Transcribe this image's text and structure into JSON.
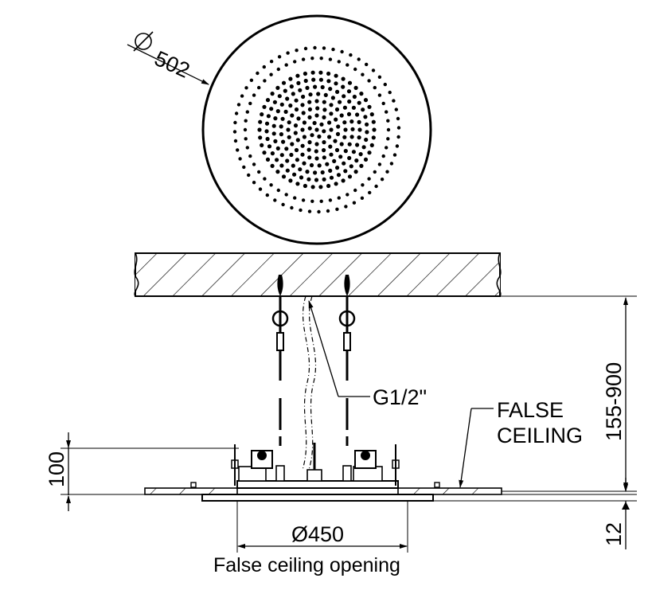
{
  "labels": {
    "head_diameter": "502",
    "connection": "G1/2\"",
    "false_ceiling_line1": "FALSE",
    "false_ceiling_line2": "CEILING",
    "drop_range": "155-900",
    "body_height": "100",
    "plate_thickness": "12",
    "opening_diameter": "Ø450",
    "caption": "False ceiling opening"
  },
  "colors": {
    "line": "#000000",
    "background": "#ffffff"
  }
}
